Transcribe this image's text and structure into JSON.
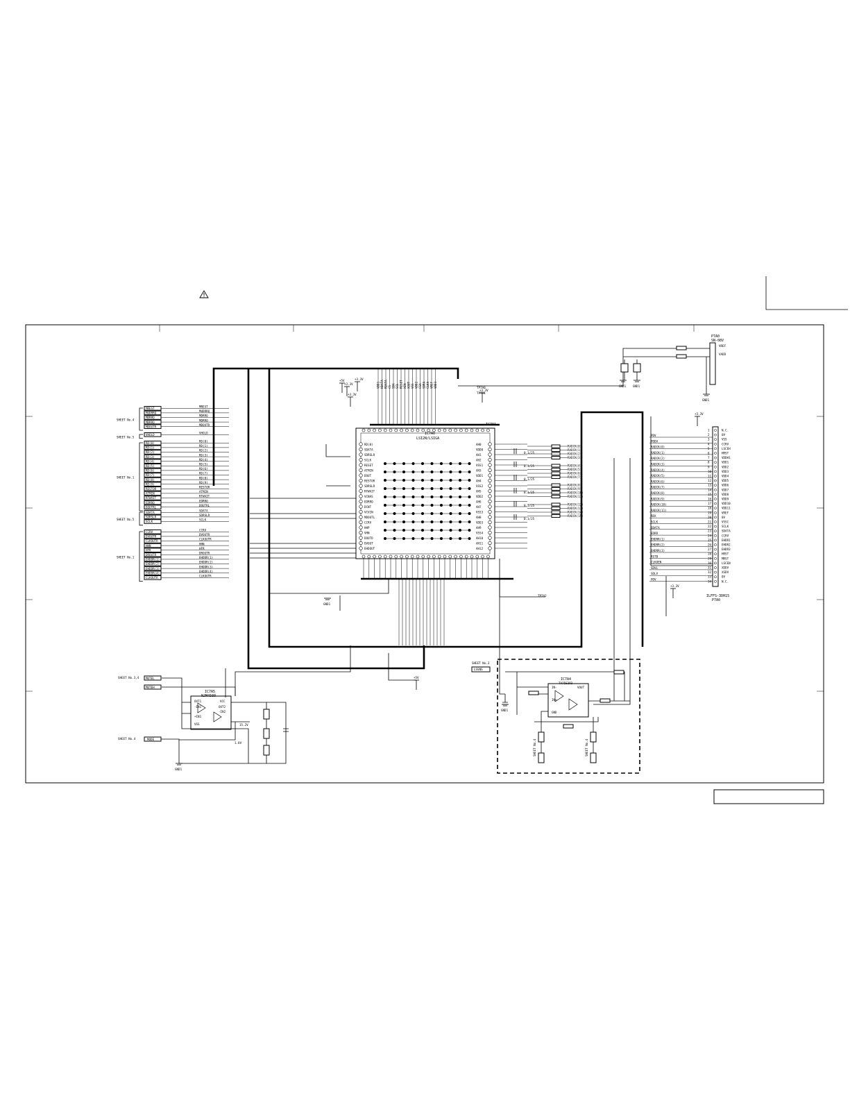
{
  "warning_symbol": "warning-triangle",
  "sheet_refs": {
    "left": [
      "SHEET No.4",
      "SHEET No.5",
      "SHEET No.1",
      "SHEET No.5",
      "SHEET No.1",
      "SHEET No.3,4",
      "SHEET No.4"
    ],
    "bottom_right": [
      "SHEET No.3",
      "SHEET No.4",
      "SHEET No.4"
    ]
  },
  "left_nets": {
    "group_a": [
      "MREST",
      "MUDRRQ",
      "MDRRQ",
      "MDRRQ",
      "MDOUTR"
    ],
    "group_b": [
      "VHOLD"
    ],
    "group_c": [
      "RD(0)",
      "RD(1)",
      "RD(2)",
      "RD(3)",
      "RD(4)",
      "RD(5)",
      "RD(6)",
      "RD(7)",
      "RD(8)",
      "RD(9)",
      "RESTOR",
      "ATMIN",
      "RFWAIT",
      "EDRRQ",
      "DOUTRL"
    ],
    "group_d": [
      "SDATA",
      "SDRSLR",
      "SCLK"
    ],
    "group_e": [
      "CCRV",
      "DVOUTR",
      "CLKOUTR",
      "HHN",
      "HFR",
      "DROUTR",
      "EHDDR(1)",
      "EHDDR(2)",
      "EHDDR(3)",
      "EHDDR(4)",
      "CLKOUTR"
    ],
    "bottom_a": [
      "MUTEL",
      "MUTEH"
    ],
    "bottom_b": [
      "MODE"
    ]
  },
  "main_ic": {
    "ref": "IC7A0",
    "part": "LSI2N/LSIGA",
    "tag": "IC7A1",
    "left_pins": [
      "RD(0)",
      "SDATA",
      "SDRSLR",
      "SCLK",
      "RESET",
      "ATMIN",
      "DOUT",
      "RESTOR",
      "SDRSLR",
      "RFWAIT",
      "VCNAS",
      "EDRRQ",
      "DCNT",
      "VCVIN",
      "MDOUTL",
      "CCRV",
      "HHP",
      "VHN",
      "DOUTD",
      "DVOUT",
      "EHDOUT"
    ],
    "right_pins": [
      "AH0",
      "VDD0",
      "AH1",
      "AH2",
      "VSS1",
      "AH3",
      "VDD1",
      "AH4",
      "VSS2",
      "AH5",
      "VDD2",
      "AH6",
      "AH7",
      "VSS3",
      "AH8",
      "VDD3",
      "AH9",
      "VSS4",
      "AH10",
      "AH11",
      "AH12"
    ]
  },
  "top_nets": [
    "VDD1",
    "HDATA",
    "RDATA",
    "CS",
    "SDA",
    "SCL",
    "RESET",
    "XIN",
    "XOUT",
    "VSS",
    "VDD2",
    "CSA",
    "SDRA",
    "CLKA",
    "VREF",
    "VDD3"
  ],
  "right_connector": {
    "ref": "P7A0",
    "part": "ILFFS-3DH15",
    "pins": [
      "N.C.",
      "0V",
      "VSS",
      "CCRV",
      "LSCEH",
      "HRST",
      "VDDH1",
      "VDD1",
      "VDD2",
      "VDD3",
      "VDD4",
      "VDD5",
      "VDD6",
      "VDD7",
      "VDD8",
      "VDD9",
      "VDD10",
      "VDD11",
      "VREF",
      "0V",
      "VSSC",
      "SCLK",
      "SDATA",
      "CCRV",
      "EHDR1",
      "EHDR2",
      "EHDR3",
      "HRST",
      "MRST",
      "LSCEN",
      "XDDV",
      "XSDV",
      "0V",
      "N.C."
    ],
    "pin_numbers": [
      "1",
      "2",
      "3",
      "4",
      "5",
      "6",
      "7",
      "8",
      "9",
      "10",
      "11",
      "12",
      "13",
      "14",
      "15",
      "16",
      "17",
      "18",
      "19",
      "20",
      "21",
      "22",
      "23",
      "24",
      "25",
      "26",
      "27",
      "28",
      "29",
      "30",
      "31",
      "32",
      "33",
      "34"
    ]
  },
  "top_right_connector": {
    "ref": "P7A0",
    "part": "SN-08V",
    "pins": [
      "VREF",
      "VADD",
      "",
      "",
      "",
      ""
    ]
  },
  "right_nets": [
    "PDV",
    "PDDV",
    "RADCK(0)",
    "RADCK(1)",
    "RADCK(2)",
    "RADCK(3)",
    "RADCK(4)",
    "RADCK(5)",
    "RADCK(6)",
    "RADCK(7)",
    "RADCK(8)",
    "RADCK(9)",
    "RADCK(10)",
    "RADCK(11)",
    "RDX",
    "SCLK",
    "SDATA",
    "EDRR",
    "EHDRR(1)",
    "EHDRR(2)",
    "EHDRR(3)",
    "RSTB",
    "CLKOEN",
    "SDVL",
    "SDLV",
    "PDV"
  ],
  "resistor_nets": [
    "RADCK(0)",
    "RADCK(1)",
    "RADCK(2)",
    "RADCK(3)",
    "RADCK(4)",
    "RADCK(5)",
    "RADCK(6)",
    "RADCK(7)",
    "RADCK(8)",
    "RADCK(9)",
    "RADCK(10)",
    "RADCK(11)",
    "RADCK(12)",
    "RADCK(13)",
    "RADCK(14)",
    "RADCK(15)"
  ],
  "cap_values": [
    "0.1/25",
    "0.1/25",
    "0.1/25",
    "0.1/25",
    "0.1/25",
    "0.1/25"
  ],
  "power": [
    "+3.3V",
    "+3.3V",
    "+3.3V",
    "+3.3V",
    "+3.3V",
    "+3.3V",
    "+5V",
    "+5V"
  ],
  "ground_labels": [
    "GND1",
    "GND1",
    "GND1",
    "GND1",
    "GND1",
    "GND1"
  ],
  "test_points": [
    "TP7A0",
    "TP7A1",
    "TP7A2"
  ],
  "ic_bottom_left": {
    "ref": "IC7A5",
    "part": "NJM4580",
    "pins": [
      "OUT1",
      "-IN1",
      "+IN1",
      "VSS",
      "+IN2",
      "-IN2",
      "OUT2",
      "VCC"
    ]
  },
  "ic_bottom_right": {
    "ref": "IC7A4",
    "part": "TA75S393",
    "pins": [
      "IN-",
      "IN+",
      "VCC",
      "VOUT",
      "GND"
    ]
  },
  "labels_misc": [
    "1.8V",
    "15.2V",
    "LSSNS"
  ],
  "footer_box": ""
}
